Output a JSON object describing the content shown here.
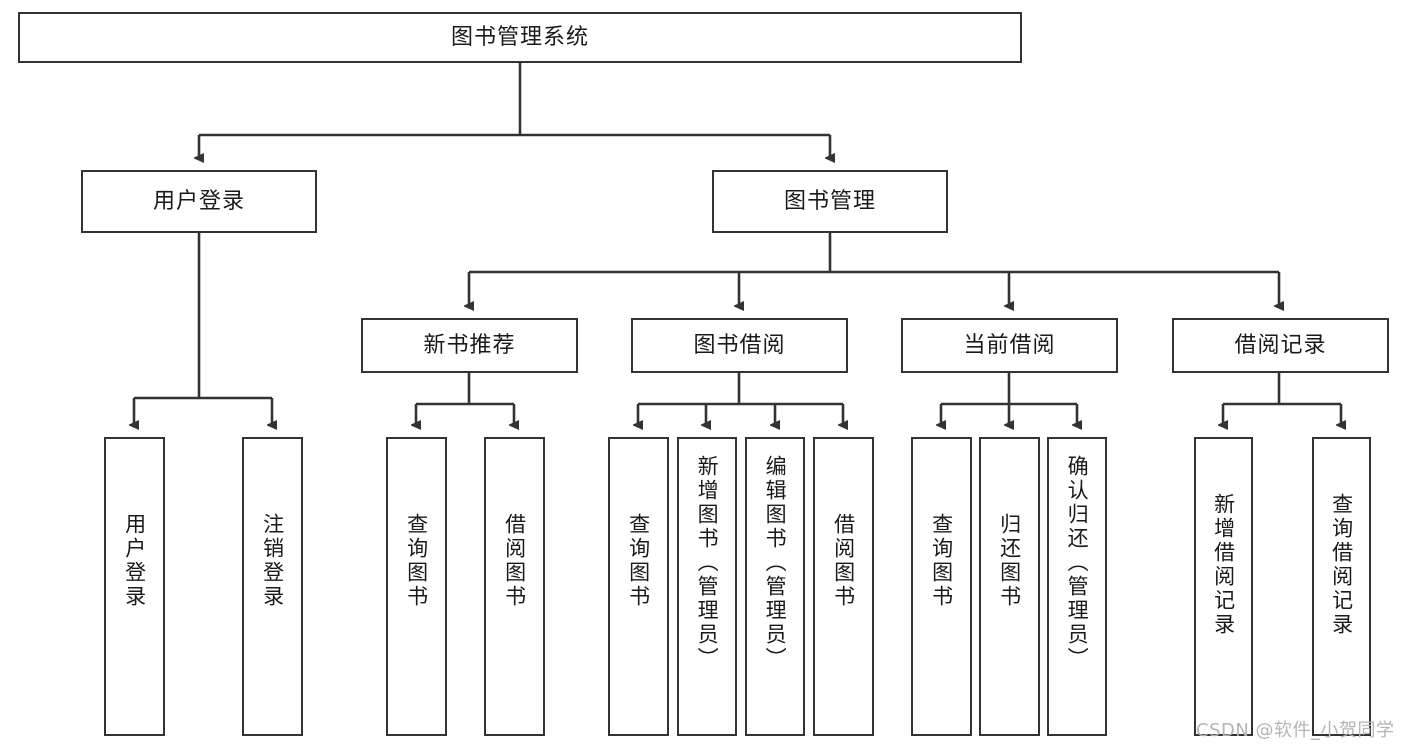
{
  "diagram": {
    "title": "图书管理系统",
    "type": "tree-hierarchy",
    "root": {
      "label": "图书管理系统"
    },
    "level2": [
      {
        "label": "用户登录"
      },
      {
        "label": "图书管理"
      }
    ],
    "level3": [
      {
        "label": "新书推荐"
      },
      {
        "label": "图书借阅"
      },
      {
        "label": "当前借阅"
      },
      {
        "label": "借阅记录"
      }
    ],
    "leaves": {
      "user_login": [
        {
          "label": "用户登录"
        },
        {
          "label": "注销登录"
        }
      ],
      "new_book_recommend": [
        {
          "label": "查询图书"
        },
        {
          "label": "借阅图书"
        }
      ],
      "book_borrow": [
        {
          "label": "查询图书"
        },
        {
          "label": "新增图书（管理员）"
        },
        {
          "label": "编辑图书（管理员）"
        },
        {
          "label": "借阅图书"
        }
      ],
      "current_borrow": [
        {
          "label": "查询图书"
        },
        {
          "label": "归还图书"
        },
        {
          "label": "确认归还（管理员）"
        }
      ],
      "borrow_record": [
        {
          "label": "新增借阅记录"
        },
        {
          "label": "查询借阅记录"
        }
      ]
    },
    "watermark": "CSDN @软件_小贺同学",
    "colors": {
      "stroke": "#333333",
      "fill": "#ffffff",
      "text": "#1a1a1a",
      "watermark": "#b4b4b4"
    }
  }
}
